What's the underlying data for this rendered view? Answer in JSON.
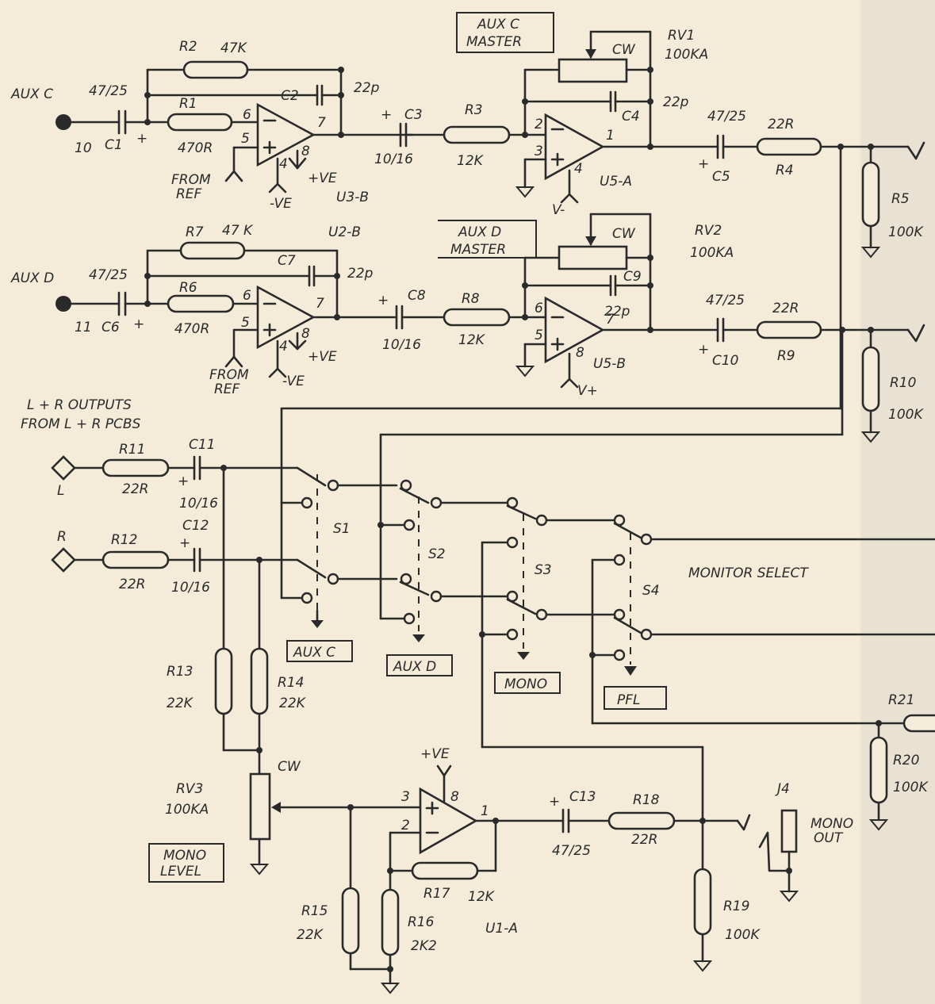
{
  "labels": {
    "auxc_in": "AUX C",
    "auxd_in": "AUX D",
    "pin10": "10",
    "pin11": "11",
    "c1": "C1",
    "c1_val": "47/25",
    "c6": "C6",
    "c6_val": "47/25",
    "r1": "R1",
    "r1_val": "470R",
    "r2": "R2",
    "r2_val": "47K",
    "c2": "C2",
    "c2_val": "22p",
    "r6": "R6",
    "r6_val": "470R",
    "r7": "R7",
    "r7_val": "47 K",
    "c7": "C7",
    "c7_val": "22p",
    "u3b": "U3-B",
    "u2b": "U2-B",
    "from_ref_1": "FROM",
    "from_ref_2": "REF",
    "from_ref_3": "FROM",
    "from_ref_4": "REF",
    "pve1": "+VE",
    "nve1": "-VE",
    "pve2": "+VE",
    "nve2": "-VE",
    "c3": "C3",
    "c3_val": "10/16",
    "c8": "C8",
    "c8_val": "10/16",
    "r3": "R3",
    "r3_val": "12K",
    "r8": "R8",
    "r8_val": "12K",
    "auxc_master_1": "AUX C",
    "auxc_master_2": "MASTER",
    "auxd_master_1": "AUX D",
    "auxd_master_2": "MASTER",
    "rv1": "RV1",
    "rv1_val": "100KA",
    "rv2": "RV2",
    "rv2_val": "100KA",
    "cw1": "CW",
    "cw2": "CW",
    "cw3": "CW",
    "c4": "C4",
    "c4_val": "22p",
    "c9": "C9",
    "c9_val": "22p",
    "u5a": "U5-A",
    "u5b": "U5-B",
    "vminus": "V-",
    "vplus": "V+",
    "c5": "C5",
    "c5_val": "47/25",
    "c10": "C10",
    "c10_val": "47/25",
    "r4": "R4",
    "r4_val": "22R",
    "r9": "R9",
    "r9_val": "22R",
    "r5": "R5",
    "r5_val": "100K",
    "r10": "R10",
    "r10_val": "100K",
    "lr_outputs_1": "L + R OUTPUTS",
    "lr_outputs_2": "FROM L + R PCBS",
    "l": "L",
    "r": "R",
    "r11": "R11",
    "r11_val": "22R",
    "r12": "R12",
    "r12_val": "22R",
    "c11": "C11",
    "c11_val": "10/16",
    "c12": "C12",
    "c12_val": "10/16",
    "s1": "S1",
    "s2": "S2",
    "s3": "S3",
    "s4": "S4",
    "monitor_select": "MONITOR SELECT",
    "bus_auxc": "AUX C",
    "bus_auxd": "AUX D",
    "bus_mono": "MONO",
    "bus_pfl": "PFL",
    "r13": "R13",
    "r13_val": "22K",
    "r14": "R14",
    "r14_val": "22K",
    "rv3": "RV3",
    "rv3_val": "100KA",
    "mono_level_1": "MONO",
    "mono_level_2": "LEVEL",
    "u1a": "U1-A",
    "pve3": "+VE",
    "r15": "R15",
    "r15_val": "22K",
    "r16": "R16",
    "r16_val": "2K2",
    "r17": "R17",
    "r17_val": "12K",
    "c13": "C13",
    "c13_val": "47/25",
    "r18": "R18",
    "r18_val": "22R",
    "r19": "R19",
    "r19_val": "100K",
    "j4": "J4",
    "mono_out_1": "MONO",
    "mono_out_2": "OUT",
    "r20": "R20",
    "r20_val": "100K",
    "r21": "R21",
    "pin_u3_6": "6",
    "pin_u3_5": "5",
    "pin_u3_7": "7",
    "pin_u3_8": "8",
    "pin_u3_4": "4",
    "pin_u2_6": "6",
    "pin_u2_5": "5",
    "pin_u2_7": "7",
    "pin_u2_8": "8",
    "pin_u2_4": "4",
    "pin_u5a_2": "2",
    "pin_u5a_3": "3",
    "pin_u5a_1": "1",
    "pin_u5a_4": "4",
    "pin_u5b_6": "6",
    "pin_u5b_5": "5",
    "pin_u5b_7": "7",
    "pin_u5b_8": "8",
    "pin_u1_3": "3",
    "pin_u1_2": "2",
    "pin_u1_1": "1",
    "pin_u1_8": "8",
    "plus": "+"
  }
}
